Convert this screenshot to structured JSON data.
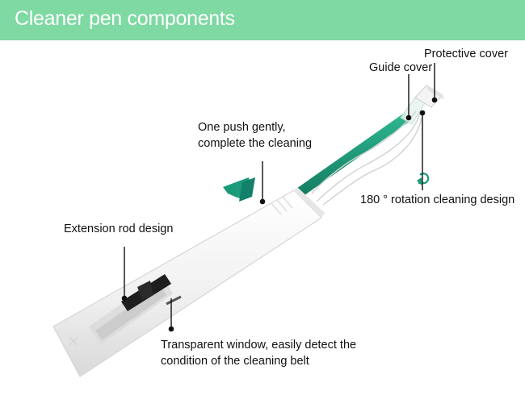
{
  "header": {
    "title": "Cleaner pen components"
  },
  "colors": {
    "header_bg": "#7ed9a2",
    "tube": "#1a9a7a",
    "accent": "#1a9a7a"
  },
  "labels": {
    "protective_cover": "Protective cover",
    "guide_cover": "Guide cover",
    "one_push_line1": "One push gently,",
    "one_push_line2": "complete the cleaning",
    "rotation": "180 ° rotation cleaning design",
    "extension_rod": "Extension rod design",
    "window_line1": "Transparent window, easily detect the",
    "window_line2": "condition of the cleaning belt"
  },
  "icons": [
    "double-chevron-icon",
    "rotation-arrow-icon"
  ]
}
